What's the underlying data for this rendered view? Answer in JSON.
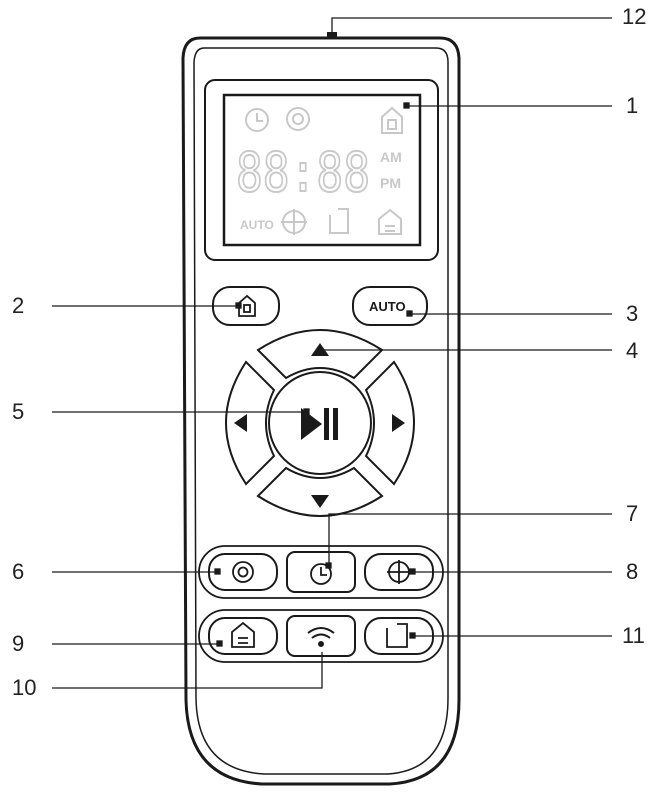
{
  "lcd": {
    "digits": "88:88",
    "am": "AM",
    "pm": "PM",
    "auto": "AUTO",
    "icons": [
      "clock-icon",
      "spot-icon",
      "home-icon",
      "edge-icon",
      "room-icon"
    ]
  },
  "buttons": {
    "home": {
      "icon": "home-icon"
    },
    "auto": {
      "label": "AUTO"
    },
    "up": {
      "icon": "arrow-up-icon"
    },
    "down": {
      "icon": "arrow-down-icon"
    },
    "left": {
      "icon": "arrow-left-icon"
    },
    "right": {
      "icon": "arrow-right-icon"
    },
    "play_pause": {
      "icon": "play-pause-icon"
    },
    "spot": {
      "icon": "spot-icon"
    },
    "schedule": {
      "icon": "clock-icon"
    },
    "wifi": {
      "icon": "wifi-icon"
    },
    "focus": {
      "icon": "crosshair-icon"
    },
    "room": {
      "icon": "room-icon"
    },
    "edge": {
      "icon": "edge-icon"
    }
  },
  "callouts": {
    "c1": "1",
    "c2": "2",
    "c3": "3",
    "c4": "4",
    "c5": "5",
    "c6": "6",
    "c7": "7",
    "c8": "8",
    "c9": "9",
    "c10": "10",
    "c11": "11",
    "c12": "12"
  },
  "colors": {
    "outline": "#1a1a1a",
    "lcd_symbols": "#c8c8c8",
    "background": "#ffffff"
  }
}
